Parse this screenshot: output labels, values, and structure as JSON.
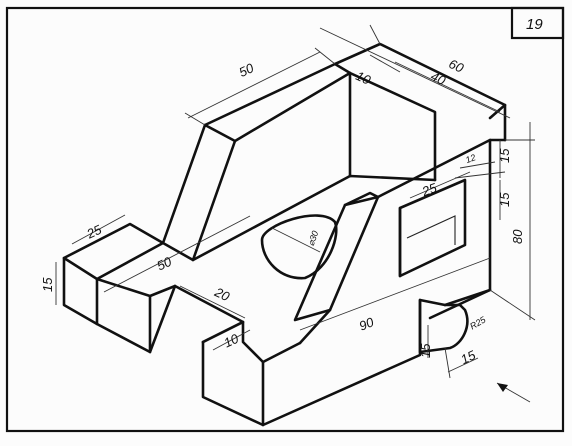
{
  "sheet_number": "19",
  "dimensions": {
    "d50_top": "50",
    "d60": "60",
    "d10_top": "10",
    "d40": "40",
    "d15_right_top": "15",
    "d12": "12",
    "d25_window": "25",
    "d15_right_mid": "15",
    "d80": "80",
    "d25_left": "25",
    "d15_left": "15",
    "d50_slot": "50",
    "d20": "20",
    "d10_slot": "10",
    "d90": "90",
    "r25": "R25",
    "d15_bottom_v": "15",
    "d15_bottom_h": "15",
    "phi30": "⌀30"
  }
}
